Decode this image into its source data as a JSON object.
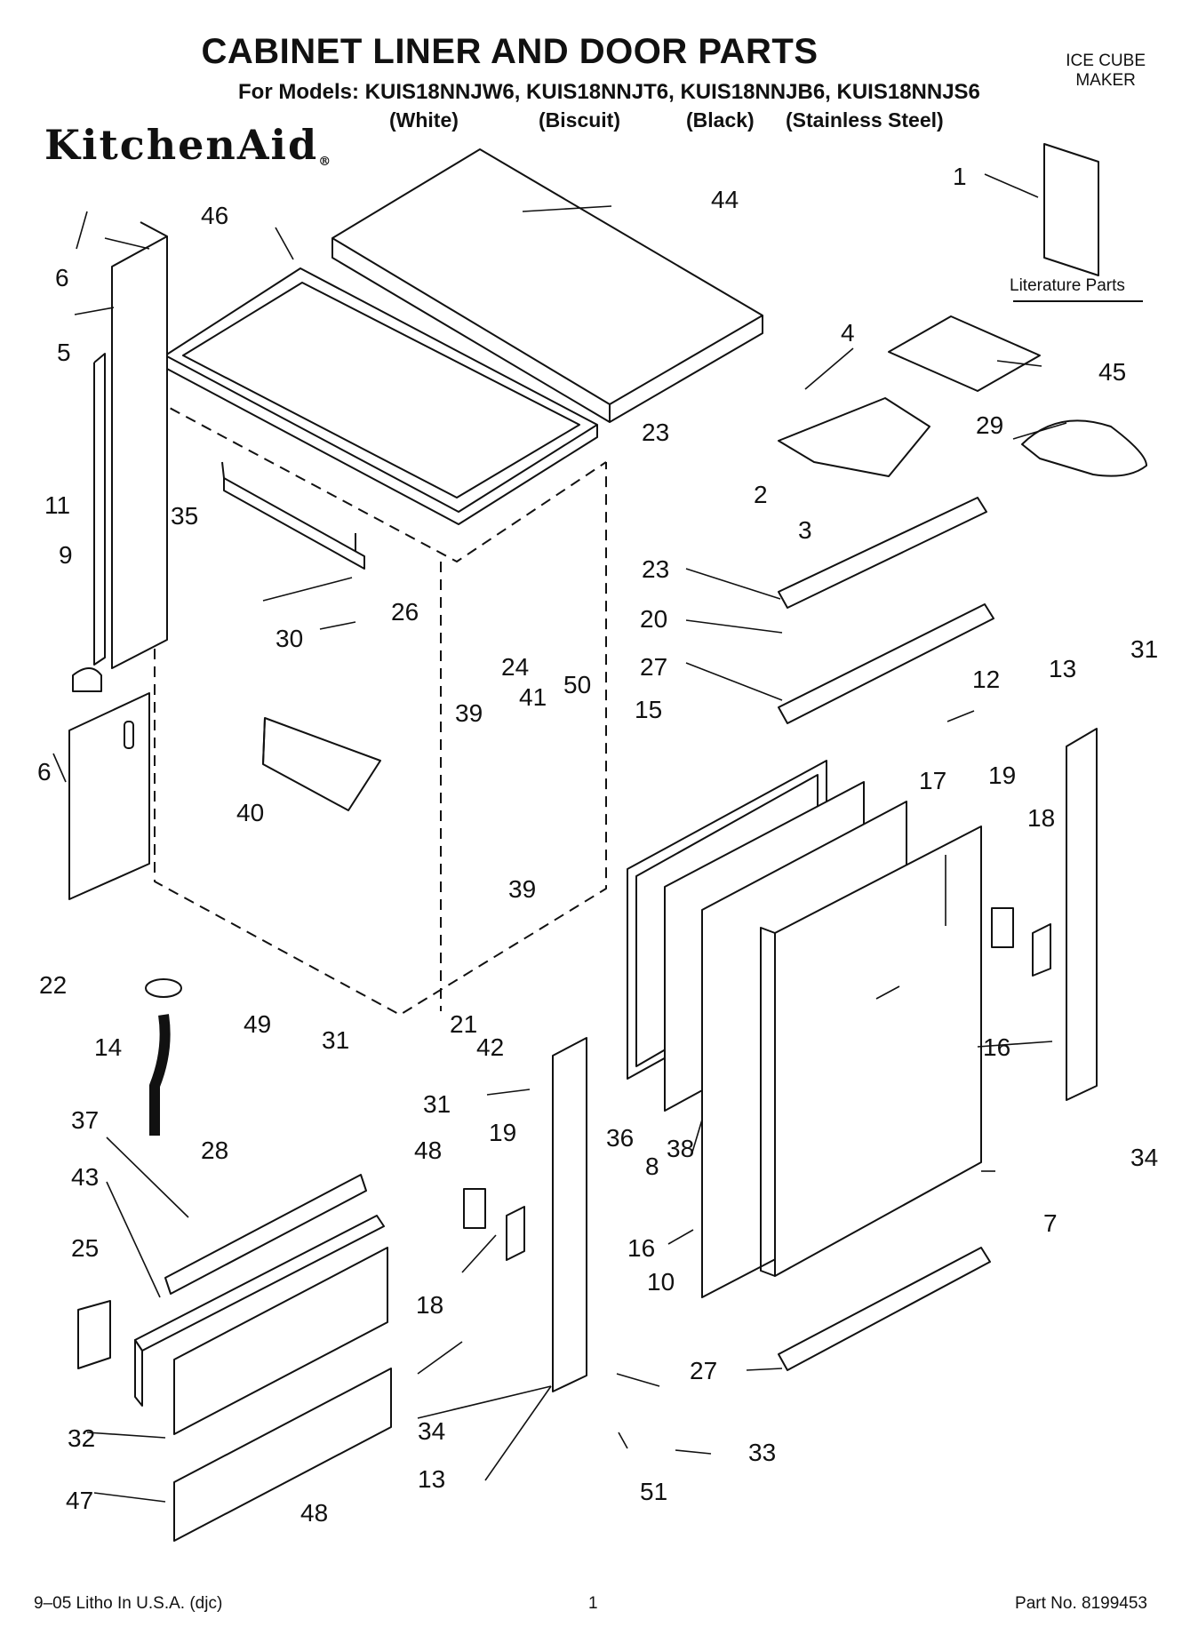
{
  "header": {
    "title": "CABINET LINER AND DOOR PARTS",
    "models": "For Models: KUIS18NNJW6, KUIS18NNJT6, KUIS18NNJB6, KUIS18NNJS6",
    "colors": [
      "(White)",
      "(Biscuit)",
      "(Black)",
      "(Stainless Steel)"
    ],
    "section_line1": "ICE CUBE",
    "section_line2": "MAKER",
    "brand": "KitchenAid",
    "brand_mark": "®"
  },
  "diagram": {
    "literature_label": "Literature Parts",
    "callouts": [
      "1",
      "2",
      "3",
      "4",
      "5",
      "6",
      "6",
      "7",
      "8",
      "9",
      "10",
      "11",
      "12",
      "13",
      "13",
      "14",
      "15",
      "16",
      "16",
      "17",
      "18",
      "18",
      "19",
      "19",
      "20",
      "21",
      "22",
      "23",
      "23",
      "24",
      "25",
      "26",
      "27",
      "27",
      "28",
      "29",
      "30",
      "31",
      "31",
      "31",
      "32",
      "33",
      "34",
      "34",
      "35",
      "36",
      "37",
      "38",
      "39",
      "39",
      "40",
      "41",
      "42",
      "43",
      "44",
      "45",
      "46",
      "47",
      "48",
      "48",
      "49",
      "50",
      "51"
    ]
  },
  "footer": {
    "litho": "9–05 Litho In U.S.A. (djc)",
    "page": "1",
    "part_no": "Part No. 8199453"
  }
}
